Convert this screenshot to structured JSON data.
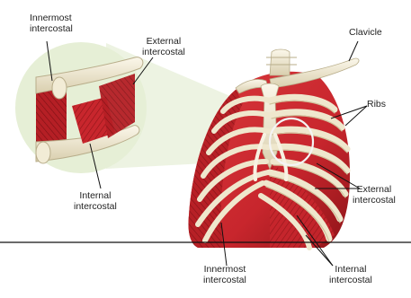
{
  "labels": {
    "innermost_top": [
      "Innermost",
      "intercostal"
    ],
    "external_top": [
      "External",
      "intercostal"
    ],
    "internal_left": [
      "Internal",
      "intercostal"
    ],
    "clavicle": "Clavicle",
    "ribs": "Ribs",
    "external_right": [
      "External",
      "intercostal"
    ],
    "innermost_bottom": [
      "Innermost",
      "intercostal"
    ],
    "internal_bottom": [
      "Internal",
      "intercostal"
    ]
  },
  "colors": {
    "muscle": "#c8262d",
    "muscle_dark": "#8e1418",
    "bone": "#f2ecd6",
    "bone_shade": "#d9cfae",
    "magnifier_bg": "#e6efd6",
    "line": "#111111"
  }
}
